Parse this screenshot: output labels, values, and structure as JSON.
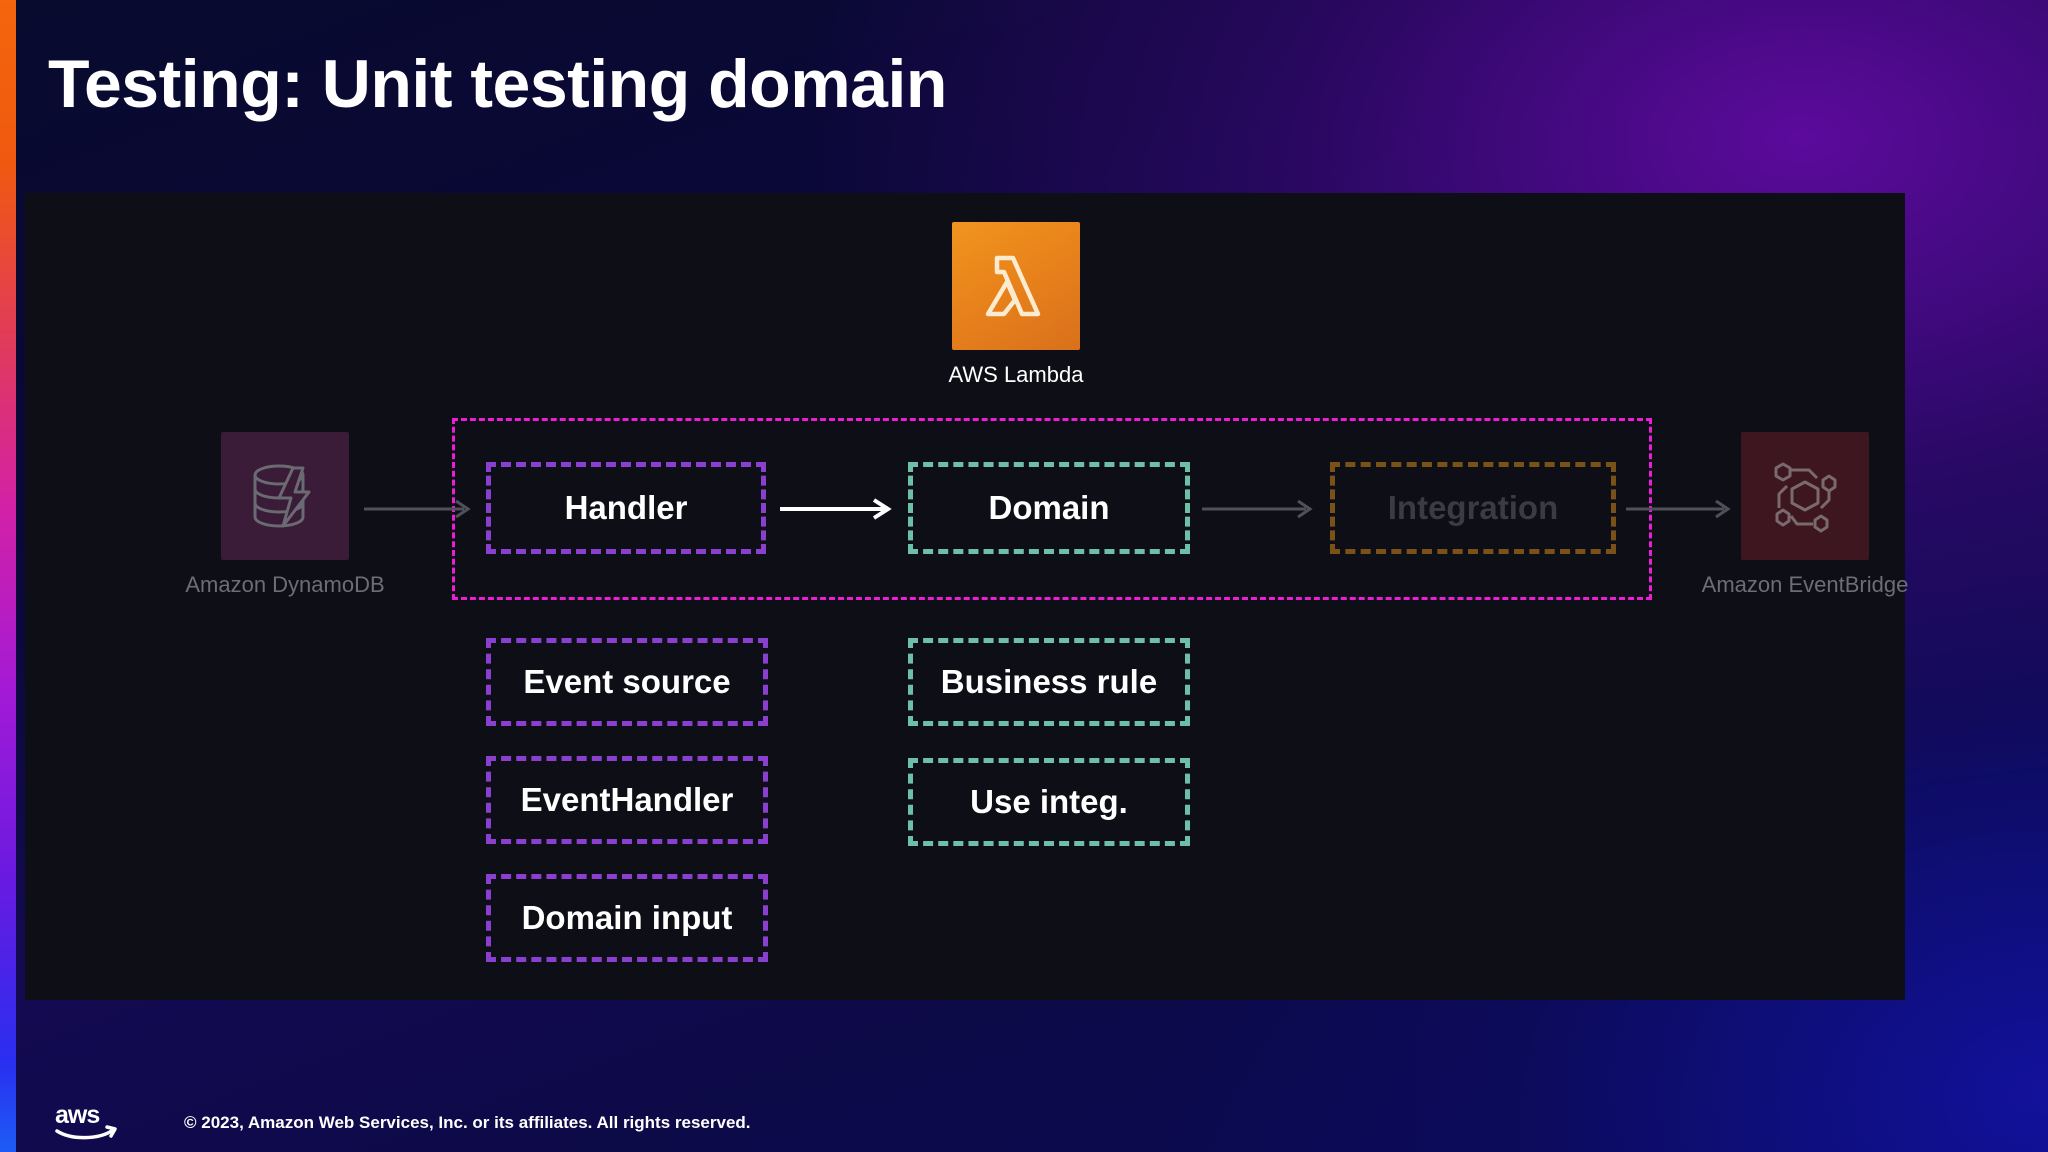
{
  "slide": {
    "title": "Testing: Unit testing domain",
    "accent_colors": {
      "magenta_boundary": "#e81fd2",
      "purple_box": "#8a3fd1",
      "teal_box": "#6dbfa8",
      "dim_box": "#7a5217",
      "lambda_orange": "#e8821b",
      "panel_background": "#0e0e16"
    }
  },
  "services": {
    "lambda": {
      "name": "AWS Lambda",
      "icon": "aws-lambda-icon",
      "state": "active"
    },
    "dynamodb": {
      "name": "Amazon DynamoDB",
      "icon": "amazon-dynamodb-icon",
      "state": "dimmed"
    },
    "eventbridge": {
      "name": "Amazon EventBridge",
      "icon": "amazon-eventbridge-icon",
      "state": "dimmed"
    }
  },
  "diagram": {
    "pipeline": [
      {
        "label": "Handler",
        "style": "purple",
        "state": "active"
      },
      {
        "label": "Domain",
        "style": "teal",
        "state": "active"
      },
      {
        "label": "Integration",
        "style": "dim",
        "state": "dimmed"
      }
    ],
    "details": [
      {
        "label": "Event source",
        "style": "purple"
      },
      {
        "label": "Business rule",
        "style": "teal"
      },
      {
        "label": "EventHandler",
        "style": "purple"
      },
      {
        "label": "Use integ.",
        "style": "teal"
      },
      {
        "label": "Domain input",
        "style": "purple"
      }
    ],
    "arrows": [
      {
        "name": "dynamodb-to-handler",
        "state": "dimmed"
      },
      {
        "name": "handler-to-domain",
        "state": "active"
      },
      {
        "name": "domain-to-integration",
        "state": "dimmed"
      },
      {
        "name": "integration-to-eventbridge",
        "state": "dimmed"
      }
    ]
  },
  "footer": {
    "logo": "aws-logo",
    "copyright": "© 2023, Amazon Web Services, Inc. or its affiliates. All rights reserved."
  }
}
